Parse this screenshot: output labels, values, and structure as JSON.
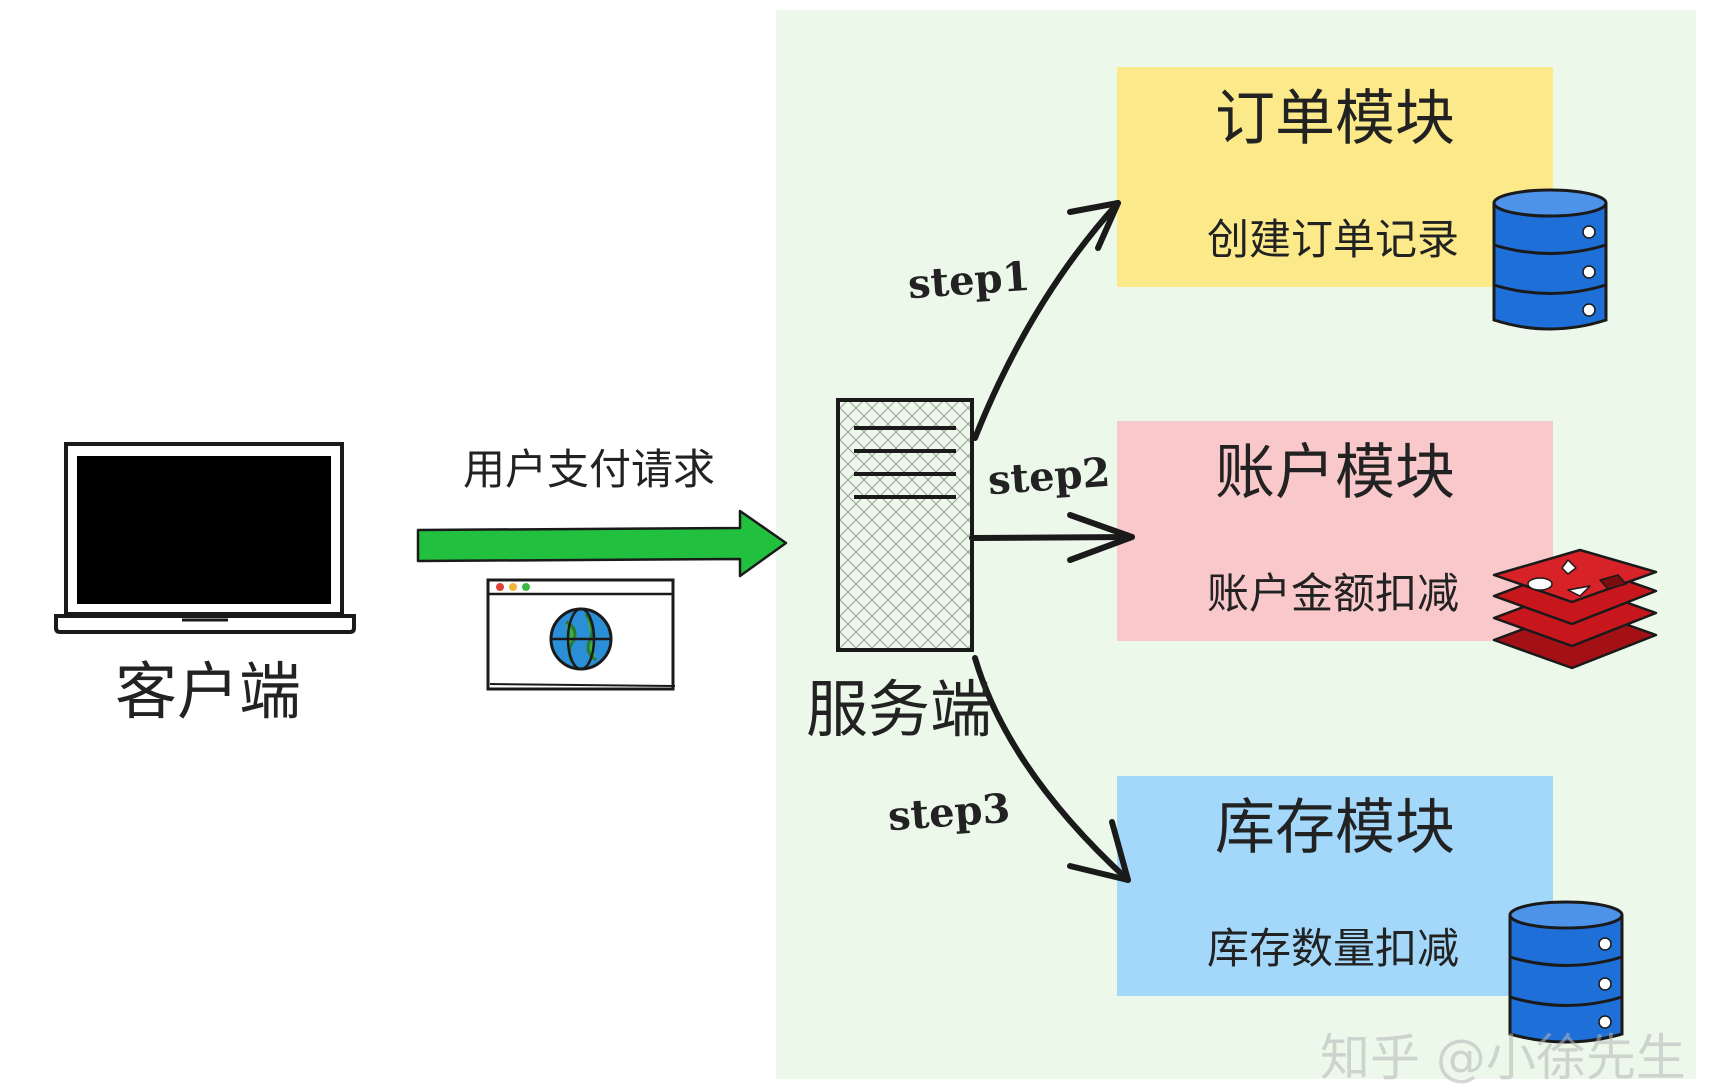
{
  "client": {
    "label": "客户端"
  },
  "request": {
    "label": "用户支付请求"
  },
  "server": {
    "label": "服务端"
  },
  "steps": [
    "step1",
    "step2",
    "step3"
  ],
  "modules": [
    {
      "title": "订单模块",
      "subtitle": "创建订单记录",
      "color": "#fbe98a",
      "store_icon": "database-icon"
    },
    {
      "title": "账户模块",
      "subtitle": "账户金额扣减",
      "color": "#f9c8cb",
      "store_icon": "redis-icon"
    },
    {
      "title": "库存模块",
      "subtitle": "库存数量扣减",
      "color": "#a3d8fb",
      "store_icon": "database-icon"
    }
  ],
  "watermark": "知乎 @小徐先生",
  "colors": {
    "server_zone": "#ecf9ea",
    "request_arrow": "#22c03f",
    "database": "#1f6fd8",
    "redis": "#c8161d"
  }
}
